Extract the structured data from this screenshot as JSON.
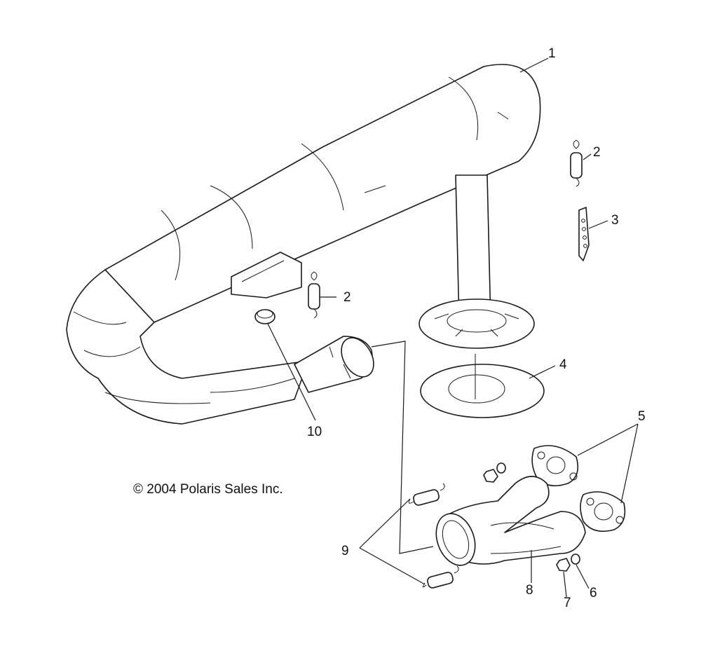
{
  "copyright": "© 2004 Polaris Sales Inc.",
  "callouts": {
    "c1": "1",
    "c2a": "2",
    "c2b": "2",
    "c3": "3",
    "c4": "4",
    "c5": "5",
    "c6": "6",
    "c7": "7",
    "c8": "8",
    "c9": "9",
    "c10": "10"
  }
}
